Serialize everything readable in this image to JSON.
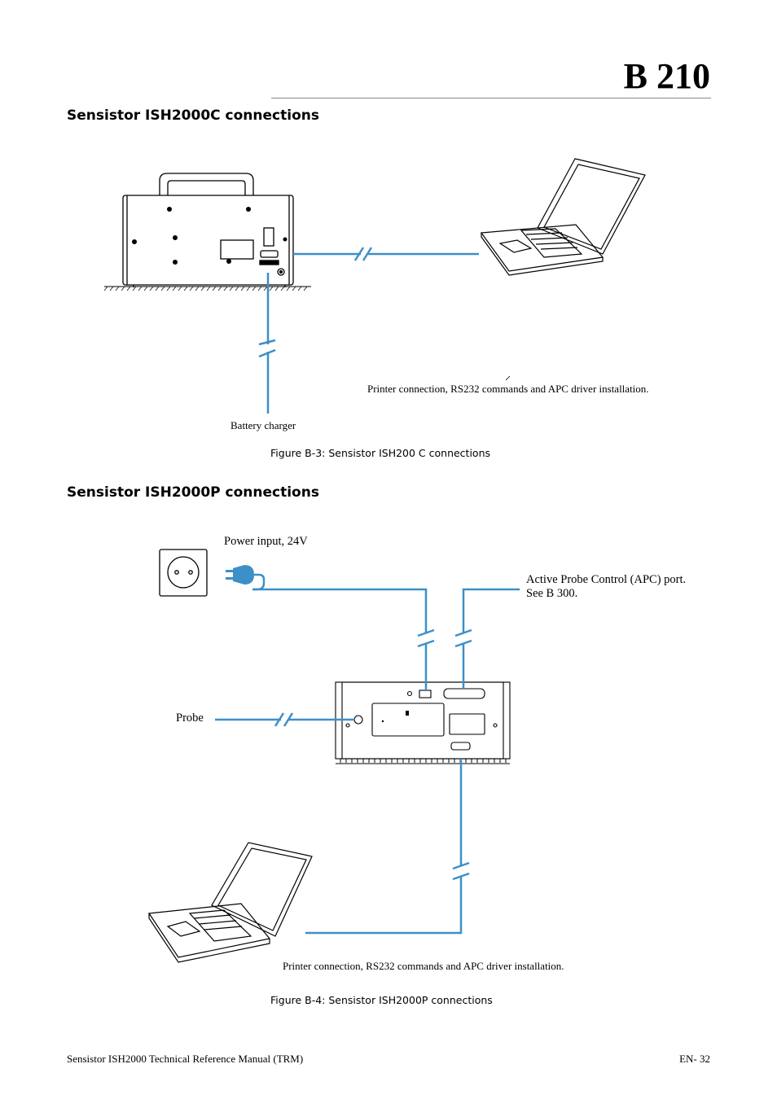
{
  "header": {
    "chapter": "B 210"
  },
  "section1": {
    "heading": "Sensistor ISH2000C connections",
    "labels": {
      "printer": "Printer connection, RS232 commands and APC driver installation.",
      "charger": "Battery charger"
    },
    "caption": "Figure B-3: Sensistor ISH200 C connections"
  },
  "section2": {
    "heading": "Sensistor ISH2000P connections",
    "labels": {
      "power": "Power input, 24V",
      "apc_line1": "Active Probe Control (APC) port.",
      "apc_line2": "See B 300.",
      "probe": "Probe",
      "printer": "Printer connection, RS232 commands and APC driver installation."
    },
    "caption": "Figure B-4: Sensistor ISH2000P connections"
  },
  "colors": {
    "cable": "#3d8fc8"
  },
  "footer": {
    "left": "Sensistor ISH2000 Technical Reference Manual (TRM)",
    "right": "EN- 32"
  }
}
